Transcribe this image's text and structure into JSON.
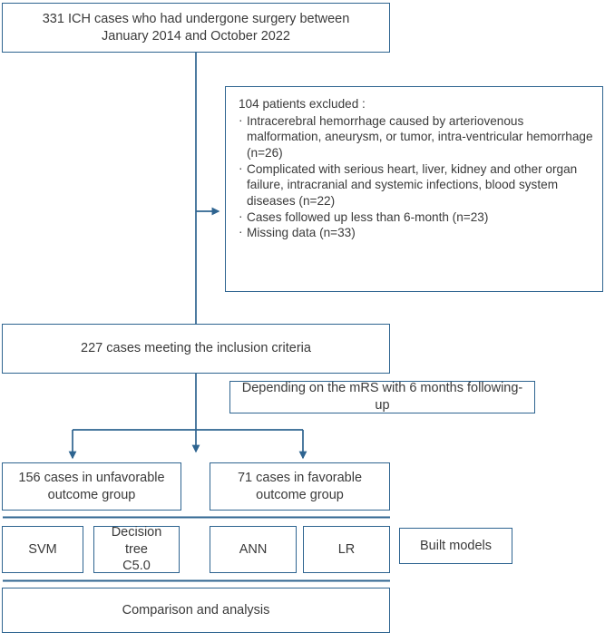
{
  "diagram": {
    "title": "ICH surgery patient selection and model building flowchart",
    "accent_color": "#2e6490",
    "text_color": "#3a3a3a",
    "background": "#ffffff"
  },
  "nodes": {
    "enrolled": {
      "label": "331 ICH cases who had undergone surgery between\nJanuary 2014 and October 2022"
    },
    "excluded": {
      "title": "104 patients excluded :",
      "items": [
        "Intracerebral hemorrhage caused by arteriovenous malformation, aneurysm, or tumor, intra-ventricular hemorrhage (n=26)",
        "Complicated with serious heart, liver, kidney and other organ failure, intracranial and systemic infections, blood system diseases (n=22)",
        "Cases followed up less than 6-month (n=23)",
        "Missing data (n=33)"
      ]
    },
    "included": {
      "label": "227 cases meeting the inclusion criteria"
    },
    "criterion": {
      "label": "Depending on the mRS with 6 months following-up"
    },
    "unfavorable": {
      "label": "156 cases in unfavorable\noutcome group"
    },
    "favorable": {
      "label": "71 cases in favorable\noutcome group"
    },
    "models": [
      {
        "label": "SVM"
      },
      {
        "label": "Decision tree\nC5.0"
      },
      {
        "label": "ANN"
      },
      {
        "label": "LR"
      }
    ],
    "built_models": {
      "label": "Built models"
    },
    "comparison": {
      "label": "Comparison and analysis"
    }
  }
}
